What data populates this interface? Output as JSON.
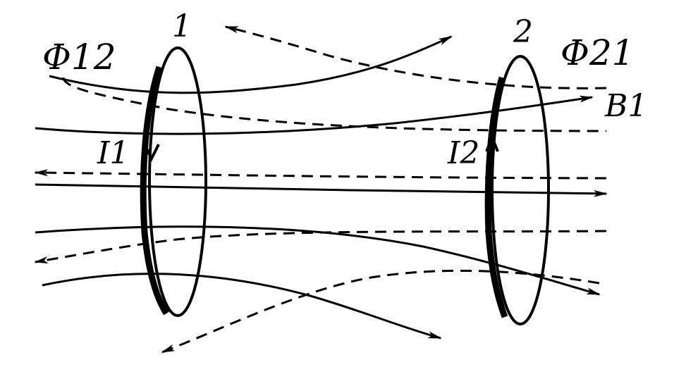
{
  "diagram": {
    "labels": {
      "loop1": "1",
      "loop2": "2",
      "flux12": "Φ12",
      "flux21": "Φ21",
      "current1": "I1",
      "current2": "I2",
      "field": "B1"
    },
    "line_color": "#000000"
  }
}
